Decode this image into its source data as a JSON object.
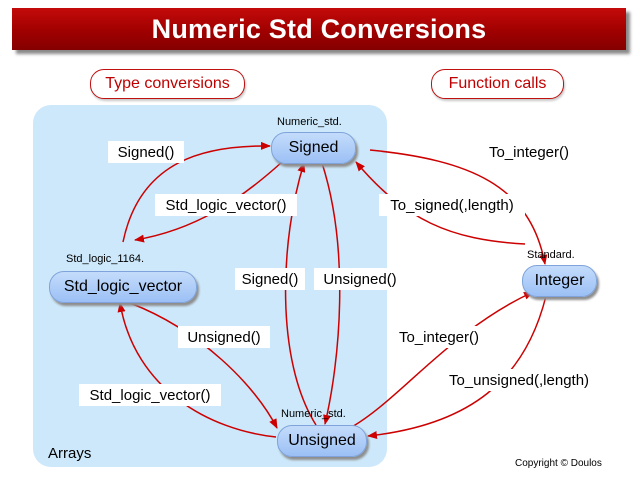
{
  "title": "Numeric Std Conversions",
  "headers": {
    "type_conversions": "Type conversions",
    "function_calls": "Function calls"
  },
  "region_label": "Arrays",
  "nodes": {
    "signed": {
      "label": "Signed",
      "package": "Numeric_std."
    },
    "std_logic_vector": {
      "label": "Std_logic_vector",
      "package": "Std_logic_1164."
    },
    "unsigned": {
      "label": "Unsigned",
      "package": "Numeric_std."
    },
    "integer": {
      "label": "Integer",
      "package": "Standard."
    }
  },
  "edge_labels": {
    "slv_to_signed": "Signed()",
    "signed_to_slv": "Std_logic_vector()",
    "unsigned_to_signed": "Signed()",
    "signed_to_unsigned": "Unsigned()",
    "slv_to_unsigned": "Unsigned()",
    "unsigned_to_slv": "Std_logic_vector()",
    "signed_to_integer": "To_integer()",
    "integer_to_signed": "To_signed(,length)",
    "unsigned_to_integer": "To_integer()",
    "integer_to_unsigned": "To_unsigned(,length)"
  },
  "copyright": "Copyright © Doulos",
  "colors": {
    "title_bar": "#a00000",
    "arrow": "#cc0000",
    "arrays_region": "#cce8fa",
    "node_fill": "#a9c9f7"
  }
}
